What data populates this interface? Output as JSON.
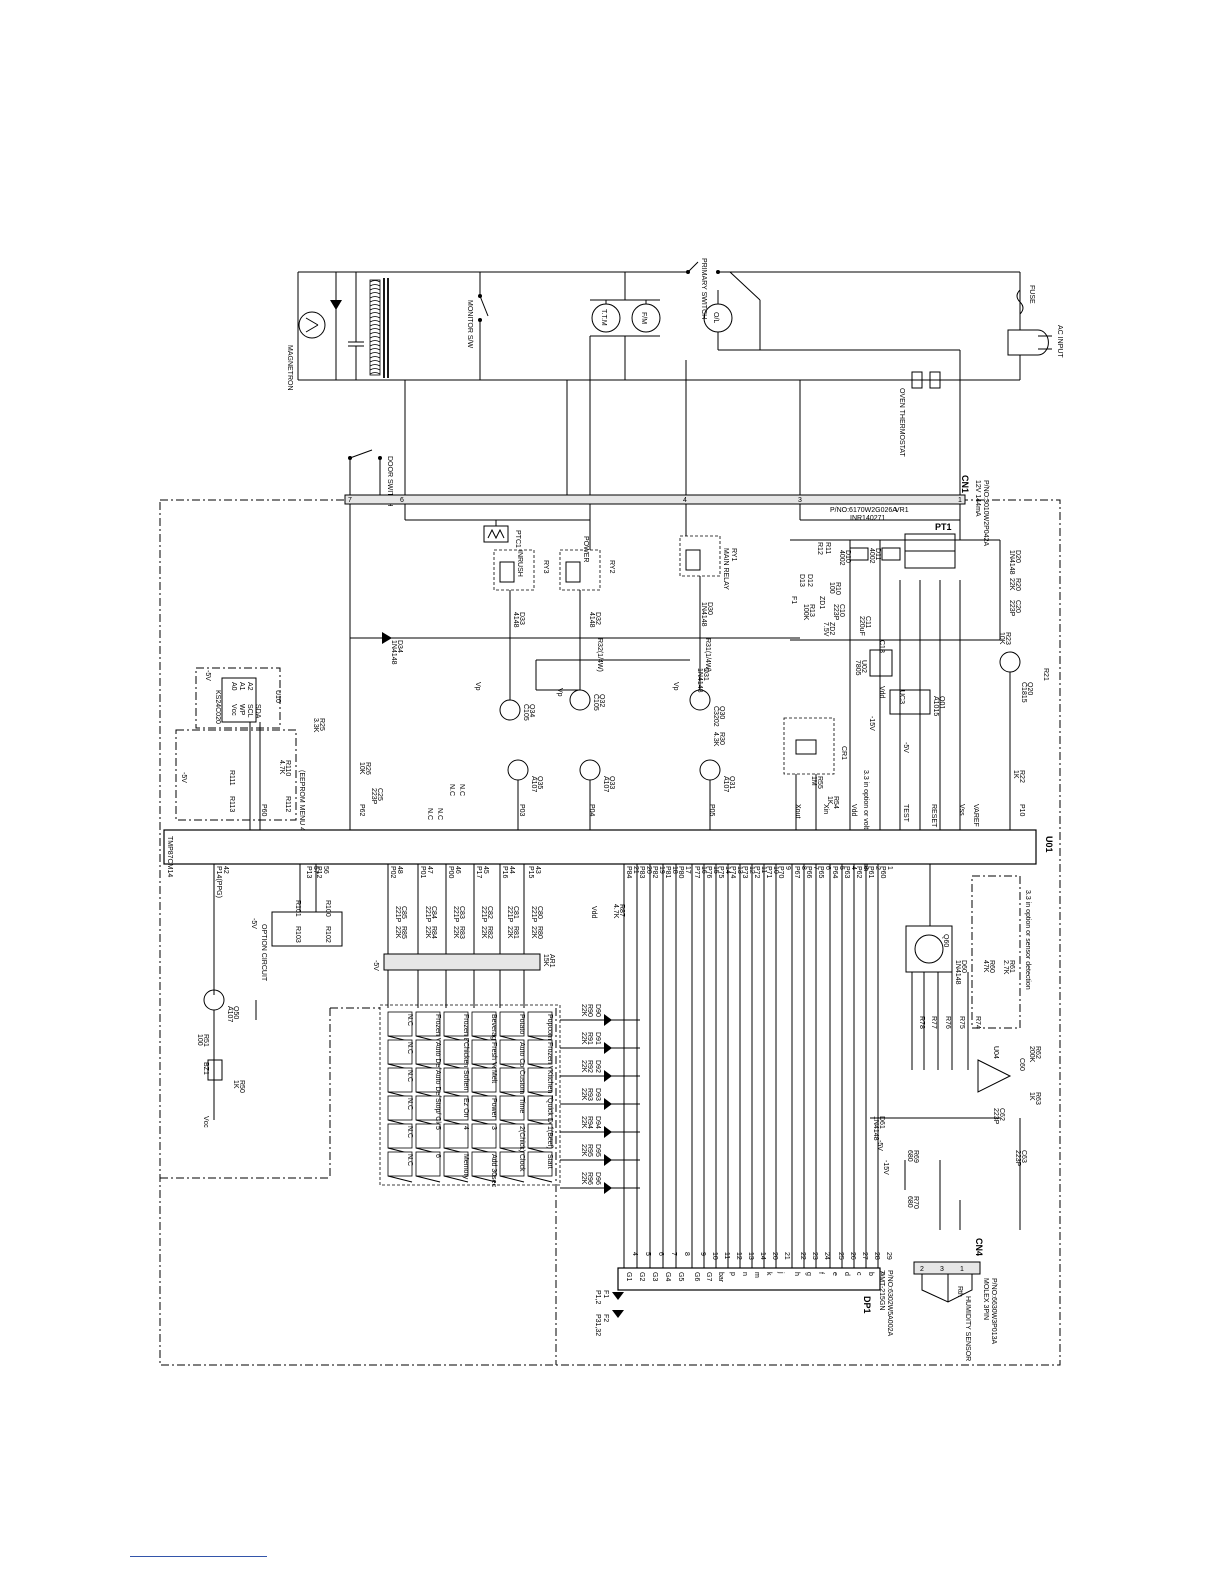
{
  "power_section": {
    "magnetron": "MAGNETRON",
    "monitor_switch": "MONITOR S/W",
    "primary_switch": "PRIMARY SWITCH",
    "motor_ttm": "T.T.M",
    "motor_fm": "F/M",
    "motor_ol": "O/L",
    "fuse": "FUSE",
    "ac_input": "AC INPUT",
    "thermostat": "OVEN THERMOSTAT",
    "door_switch": "DOOR SWITCH"
  },
  "connectors": {
    "cn1": "CN1",
    "cn1_pn": "P/NO:3010W2P042A",
    "cn1_rating": "12V 144mA",
    "cn4": "CN4",
    "cn4_pn": "P/NO:6630W3P013A",
    "cn4_type": "MOLEX 3PIN",
    "pins": [
      "1",
      "3",
      "4",
      "6",
      "7"
    ],
    "cn4_pins": [
      "1",
      "2",
      "3"
    ]
  },
  "power_supply": {
    "pt1": "PT1",
    "pt1_pn": "P/NO:6170W2G026A",
    "vr1": "VR1",
    "vr1_part": "INR140271",
    "d20": "D20",
    "d20_part": "1N4148",
    "r20": "R20",
    "r20_value": "22K",
    "c20": "C20",
    "c20_value": "223P",
    "d11": "D11",
    "d11_value": "4002",
    "d10": "D10",
    "d10_value": "4002",
    "r11": "R11",
    "r12": "R12",
    "r10": "R10",
    "r10_value": "100",
    "c10": "C10",
    "c10_value": "223P",
    "d12": "D12",
    "d13": "D13",
    "zd2": "ZD2",
    "zd2_value": "7.5V",
    "zd1": "ZD1",
    "f1": "F1",
    "r13": "R13",
    "r13_value": "100K",
    "c11": "C11",
    "c11_value": "220uF",
    "c13": "C13",
    "u02": "U02",
    "u02_part": "7805",
    "u01_reg": "UC3",
    "q20": "Q20",
    "q20_part": "C1815",
    "r21": "R21",
    "r22": "R22",
    "r22_value": "1K",
    "r23": "R23",
    "r23_value": "10K",
    "vdd": "Vdd",
    "minus5v": "-5V",
    "minus15v": "-15V",
    "q01": "Q01",
    "q01_part": "A1015",
    "zd01": "ZD1"
  },
  "relays": {
    "ry1": "RY1",
    "ry1_label": "MAIN RELAY",
    "ry2": "RY2",
    "ry2_label": "POWER",
    "ry3": "RY3",
    "ry3_label": "INRUSH",
    "ptc1": "PTC1",
    "d30": "D30",
    "d30_part": "1N4148",
    "d31": "D31",
    "d31_part": "1N4148",
    "d32": "D32",
    "d32_part": "4148",
    "d33": "D33",
    "d33_part": "4148",
    "d34": "D34",
    "d34_part": "1N4148",
    "r31": "R31(1/4W)",
    "r32": "R32(1/4W)",
    "q30": "Q30",
    "q30_part": "C3202",
    "q31": "Q31",
    "q31_part": "A107",
    "q32": "Q32",
    "q32_part": "C105",
    "q33": "Q33",
    "q33_part": "A107",
    "q34": "Q34",
    "q34_part": "C105",
    "q35": "Q35",
    "q35_part": "A107",
    "r30": "R30",
    "r30_value": "4.3K",
    "vp": "Vp"
  },
  "eeprom": {
    "u10": "U10",
    "u10_part": "KS24C020",
    "pins_left": [
      "A0",
      "A1",
      "A2",
      "Vss"
    ],
    "pins_right": [
      "Vcc",
      "WP",
      "SCL",
      "SDA"
    ],
    "r110": "R110",
    "r110_value": "4.7K",
    "r111": "R111",
    "r112": "R112",
    "r113": "R113",
    "label": "(EEPROM MENU 4/8)",
    "minus5v": "-5V"
  },
  "mcu": {
    "u01": "U01",
    "part": "TMP87CM14",
    "pins_top": [
      "P14(PPG)",
      "P13",
      "P12",
      "P02",
      "P01",
      "P00",
      "P17",
      "P16",
      "P15",
      "P84",
      "P83",
      "P82",
      "P81",
      "P80",
      "P77",
      "P76",
      "P75",
      "P74",
      "P73",
      "P72",
      "P71",
      "P70",
      "P67",
      "P66",
      "P65",
      "P64",
      "P63",
      "P62",
      "P61",
      "P60"
    ],
    "pins_bottom": [
      "P60",
      "P62",
      "P03",
      "P04",
      "P05",
      "Vdd",
      "Xin",
      "Xout",
      "TEST",
      "RESET",
      "VAREF",
      "Vss",
      "P10"
    ],
    "pin_numbers_top": [
      "42",
      "57",
      "56",
      "48",
      "47",
      "46",
      "45",
      "44",
      "43",
      "21",
      "20",
      "19",
      "18",
      "17",
      "16",
      "15",
      "14",
      "13",
      "12",
      "11",
      "10",
      "9",
      "8",
      "7",
      "6",
      "5",
      "4",
      "3",
      "2",
      "1"
    ],
    "nc_labels": [
      "N.C",
      "N.C",
      "N.C",
      "N.C"
    ],
    "r26": "R26",
    "r26_value": "10K",
    "r25": "R25",
    "r25_value": "3.3K",
    "c25": "C25",
    "c25_value": "223P",
    "cr1": "CR1",
    "r55": "R55",
    "r55_value": "1M",
    "r54": "R54",
    "r54_value": "1K",
    "option_note": "3.3 in option or voltage detection"
  },
  "keypad": {
    "rows": [
      [
        "Popcorn",
        "Frozen Veget",
        "Kitchen Timer",
        "Quick Defrost",
        "1(Beef)",
        "Start"
      ],
      [
        "Potato",
        "Auto Cook",
        "Custom Set",
        "Time",
        "2(Chick)",
        "Clock"
      ],
      [
        "Beverage",
        "Fresh Veget",
        "Melt",
        "Power",
        "3",
        "Add 30sec"
      ],
      [
        "Frozen Entree",
        "Chicken",
        "Soften",
        "Ez On",
        "4",
        "Memory"
      ],
      [
        "Frozen Veget",
        "Auto Defrost",
        "Auto Defrost",
        "Stop/ Clear",
        "5",
        "6"
      ],
      [
        "N.C",
        "N.C",
        "N.C",
        "N.C",
        "N.C",
        "N.C"
      ]
    ],
    "diodes": [
      "D90",
      "D91",
      "D92",
      "D93",
      "D94",
      "D95",
      "D96"
    ],
    "resistors": [
      "R90",
      "R91",
      "R92",
      "R93",
      "R94",
      "R95",
      "R96"
    ],
    "res_value": "22K",
    "res_array": "AR1",
    "res_array_value": "15K",
    "r80_85": [
      "R80",
      "R81",
      "R82",
      "R83",
      "R84",
      "R85"
    ],
    "caps": [
      "C80",
      "C81",
      "C82",
      "C83",
      "C84",
      "C85"
    ],
    "cap_value": "221P"
  },
  "option_circuit": {
    "label": "OPTION CIRCUIT",
    "r100": "R100",
    "r101": "R101",
    "r102": "R102",
    "r103": "R103",
    "minus5v": "-5V",
    "r87": "R87",
    "r87_value": "4.7K",
    "vdd": "Vdd"
  },
  "buzzer": {
    "q50": "Q50",
    "q50_part": "A107",
    "r51": "R51",
    "r51_value": "100",
    "bz1": "BZ1",
    "r50": "R50",
    "r50_value": "1K",
    "vcc": "Vcc"
  },
  "humidity": {
    "u04": "U04",
    "sensor": "HUMIDITY SENSOR",
    "rth": "Rth",
    "r60": "R60",
    "r60_value": "47K",
    "r61": "R61",
    "r61_value": "2.7K",
    "d60": "D60",
    "d60_part": "1N4148",
    "q60": "Q60",
    "r62": "R62",
    "r62_value": "200K",
    "c60": "C60",
    "r63": "R63",
    "r63_value": "1K",
    "c62": "C62",
    "c62_value": "223P",
    "c63": "C63",
    "c63_value": "223P",
    "r69": "R69",
    "r69_value": "680",
    "r70": "R70",
    "r70_value": "680",
    "r74": "R74",
    "r75": "R75",
    "r76": "R76",
    "r77": "R77",
    "r78": "R78",
    "d61": "D61",
    "d61_part": "1N4148",
    "minus15v": "-15V",
    "minus5v": "-5V",
    "option_note": "3.3 in option or sensor detection"
  },
  "display": {
    "dp1": "DP1",
    "part": "7-MT-215GN",
    "pn": "P/NO:6302W5A002A",
    "grids": [
      "G1",
      "G2",
      "G3",
      "G4",
      "G5",
      "G6",
      "G7"
    ],
    "segments": [
      "a",
      "b",
      "c",
      "d",
      "e",
      "f",
      "g",
      "h",
      "j",
      "k",
      "m",
      "n",
      "p",
      "bar"
    ],
    "filament_1": "F1",
    "filament_1_pins": "P1,2",
    "filament_2": "F2",
    "filament_2_pins": "P31,32",
    "pin_numbers": [
      "4",
      "5",
      "6",
      "7",
      "8",
      "9",
      "10",
      "11",
      "12",
      "13",
      "14",
      "20",
      "21",
      "22",
      "23",
      "24",
      "25",
      "26",
      "27",
      "28",
      "29"
    ]
  }
}
